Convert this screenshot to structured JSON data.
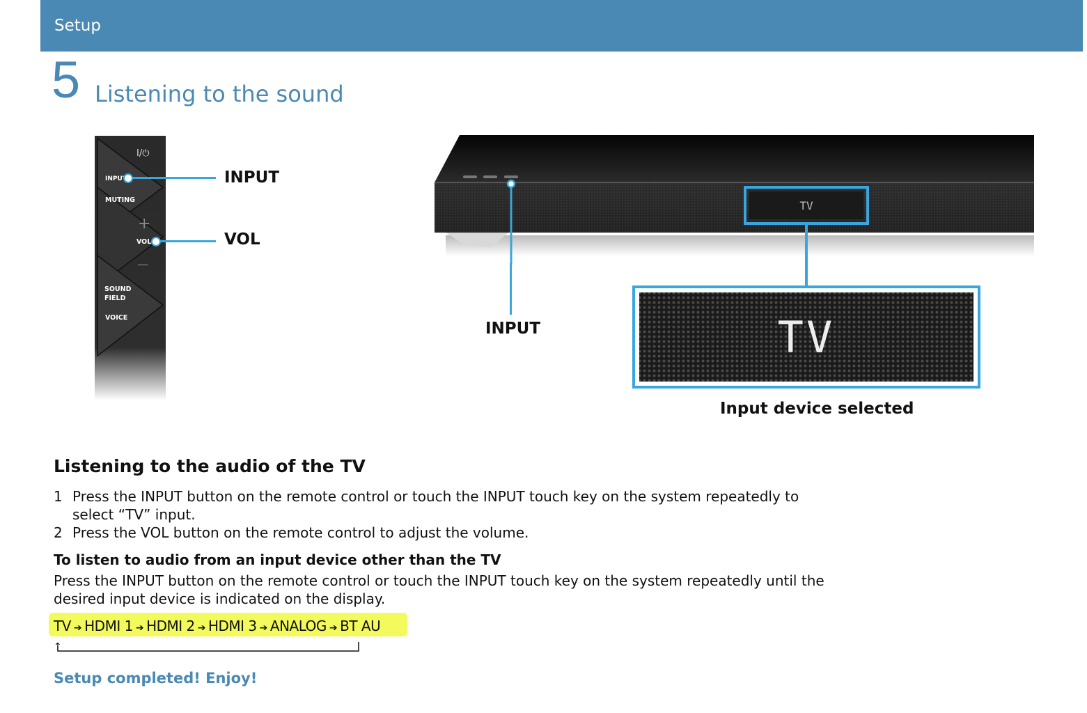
{
  "header": {
    "section": "Setup"
  },
  "step": {
    "number": "5",
    "title": "Listening to the sound"
  },
  "remote": {
    "power_label": "I/⏻",
    "input_label": "INPUT",
    "muting_label": "MUTING",
    "plus_label": "+",
    "vol_label": "VOL",
    "minus_label": "—",
    "sound_label": "SOUND",
    "field_label": "FIELD",
    "voice_label": "VOICE"
  },
  "callouts": {
    "input": "INPUT",
    "vol": "VOL",
    "system_input": "INPUT"
  },
  "display": {
    "small_text": "TV",
    "large_text": "TV",
    "caption": "Input device selected"
  },
  "section": {
    "title": "Listening to the audio of the TV",
    "steps": [
      {
        "num": "1",
        "text": "Press the INPUT button on the remote control or touch the INPUT touch key on the system repeatedly to select “TV” input."
      },
      {
        "num": "2",
        "text": "Press the VOL button on the remote control to adjust the volume."
      }
    ],
    "sub_title": "To listen to audio from an input device other than the TV",
    "sub_text": "Press the INPUT button on the remote control or touch the INPUT touch key on the system repeatedly until the desired input device is indicated on the display.",
    "sequence": [
      "TV",
      "HDMI 1",
      "HDMI 2",
      "HDMI 3",
      "ANALOG",
      "BT AU"
    ],
    "loop_arrow": "↑",
    "highlight_color": "#f3fa5c"
  },
  "footer": {
    "done": "Setup completed! Enjoy!"
  },
  "colors": {
    "accent": "#4a89b3",
    "callout": "#3aa6dd"
  }
}
